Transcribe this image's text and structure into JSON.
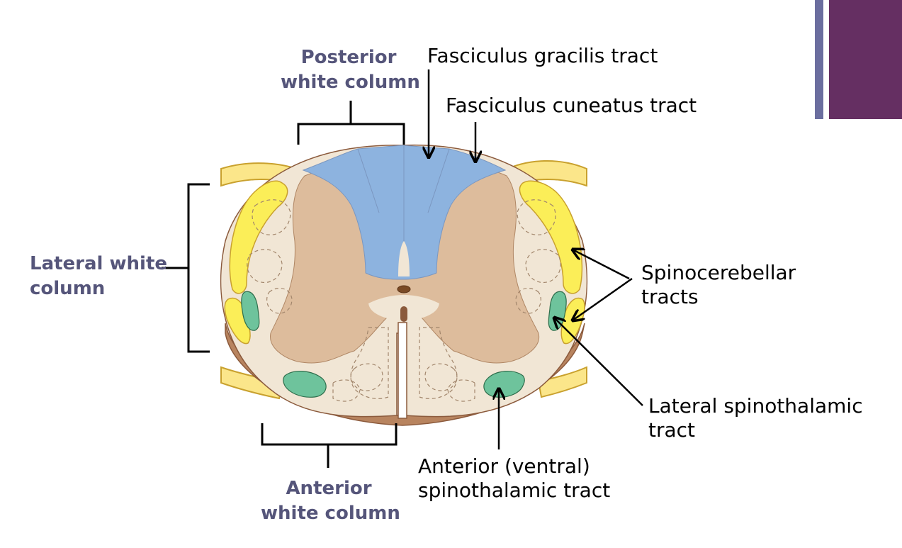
{
  "labels": {
    "posterior_line1": "Posterior",
    "posterior_line2": "white column",
    "lateral_line1": "Lateral white",
    "lateral_line2": "column",
    "anterior_line1": "Anterior",
    "anterior_line2": "white column",
    "gracilis": "Fasciculus gracilis tract",
    "cuneatus": "Fasciculus cuneatus tract",
    "spinocerebellar_line1": "Spinocerebellar",
    "spinocerebellar_line2": "tracts",
    "lateral_spinothalamic_line1": "Lateral spinothalamic",
    "lateral_spinothalamic_line2": "tract",
    "anterior_spinothalamic_line1": "Anterior (ventral)",
    "anterior_spinothalamic_line2": "spinothalamic tract"
  },
  "colors": {
    "accent_bar_thin": "#6b6e9f",
    "accent_bar_wide": "#652f62",
    "region_label": "#55557a",
    "dorsal_column": "#8db3df",
    "gray_matter": "#ddbc9c",
    "white_matter": "#f1e6d5",
    "spinocerebellar": "#fbee58",
    "spinothalamic": "#6ec39c",
    "nerve_root": "#fbe68a"
  }
}
